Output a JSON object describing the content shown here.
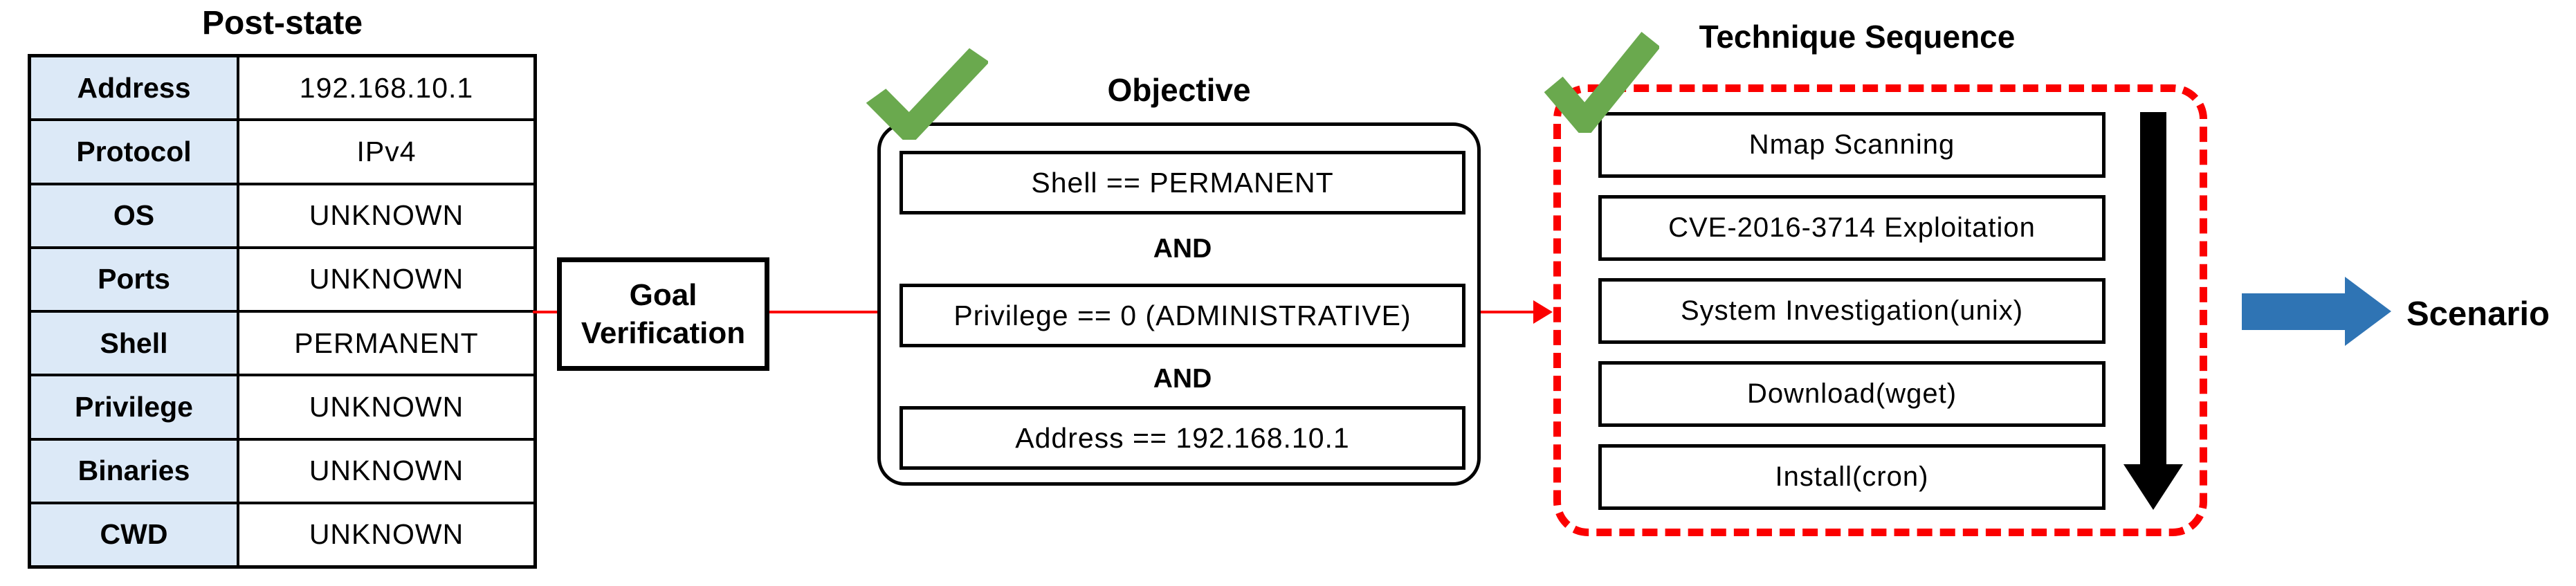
{
  "post_state": {
    "title": "Post-state",
    "rows": [
      {
        "label": "Address",
        "value": "192.168.10.1"
      },
      {
        "label": "Protocol",
        "value": "IPv4"
      },
      {
        "label": "OS",
        "value": "UNKNOWN"
      },
      {
        "label": "Ports",
        "value": "UNKNOWN"
      },
      {
        "label": "Shell",
        "value": "PERMANENT"
      },
      {
        "label": "Privilege",
        "value": "UNKNOWN"
      },
      {
        "label": "Binaries",
        "value": "UNKNOWN"
      },
      {
        "label": "CWD",
        "value": "UNKNOWN"
      }
    ]
  },
  "goal_verification": {
    "line1": "Goal",
    "line2": "Verification"
  },
  "objective": {
    "title": "Objective",
    "operator": "AND",
    "conditions": [
      "Shell == PERMANENT",
      "Privilege == 0 (ADMINISTRATIVE)",
      "Address == 192.168.10.1"
    ],
    "status_icon": "green-checkmark"
  },
  "technique_sequence": {
    "title": "Technique Sequence",
    "steps": [
      "Nmap Scanning",
      "CVE-2016-3714 Exploitation",
      "System Investigation(unix)",
      "Download(wget)",
      "Install(cron)"
    ],
    "status_icon": "green-checkmark",
    "order_icon": "down-arrow"
  },
  "scenario_label": "Scenario",
  "colors": {
    "check_green": "#6aa94e",
    "connector_red": "#fb0000",
    "arrow_blue": "#2f74b4",
    "table_label_bg": "#dce9f7"
  }
}
